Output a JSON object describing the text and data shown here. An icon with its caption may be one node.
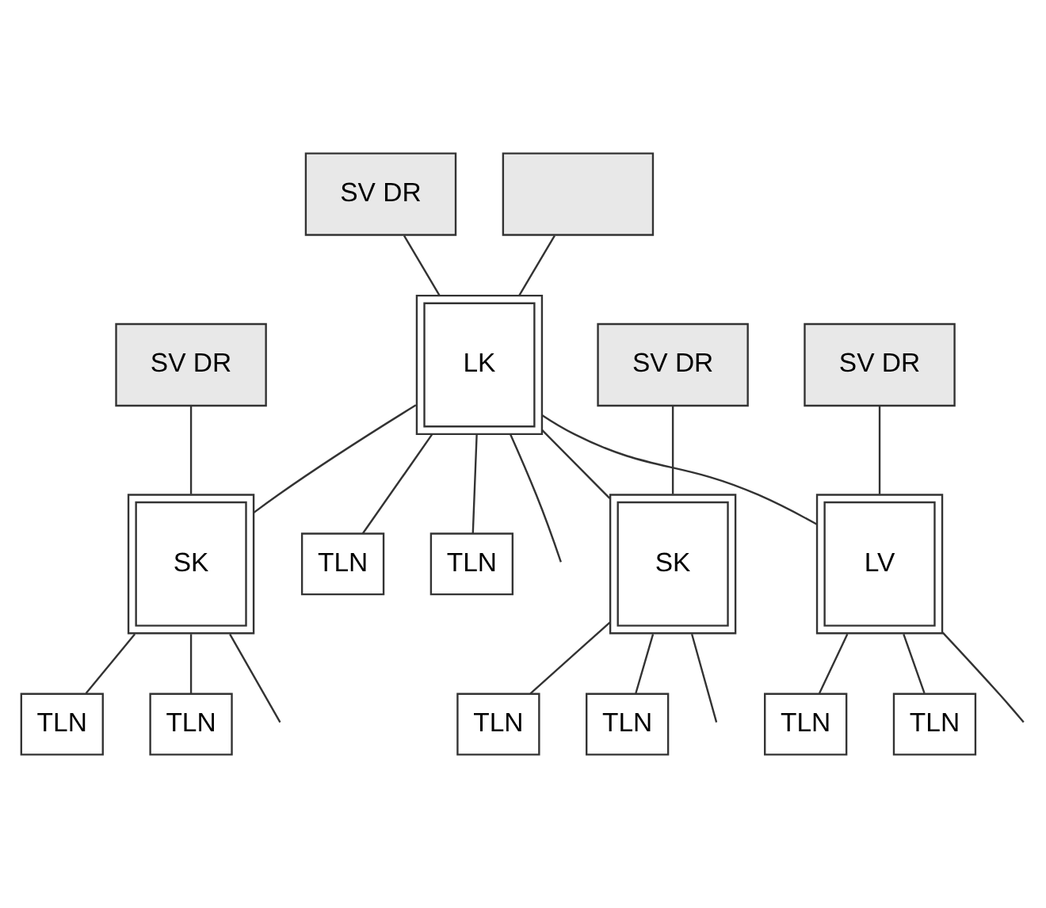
{
  "diagram": {
    "nodes": [
      {
        "text": [
          "SV DR"
        ]
      },
      {
        "text": [
          "LK"
        ]
      },
      {
        "text": [
          "TLN"
        ]
      },
      {
        "text": [
          "TLN"
        ]
      },
      {
        "text": [],
        "shape": "box"
      },
      {
        "text": [
          "SK"
        ]
      },
      {
        "text": [
          "SK"
        ]
      },
      {
        "text": [
          "LV"
        ]
      },
      {
        "text": [
          "TLN"
        ]
      },
      {
        "text": [
          "TLN"
        ]
      },
      {
        "text": [
          "SV DR"
        ]
      },
      {
        "text": [
          "TLN"
        ]
      },
      {
        "text": [
          "TLN"
        ]
      },
      {
        "text": [
          "SV DR"
        ]
      },
      {
        "text": [
          "TLN"
        ]
      },
      {
        "text": [
          "TLN"
        ]
      },
      {
        "text": [
          "SV DR"
        ]
      }
    ],
    "edges": [
      {
        "from": 0,
        "to": 1,
        "arrow": "none"
      },
      {
        "from": 1,
        "to": null,
        "arrow": "none"
      },
      {
        "from": 1,
        "to": 2,
        "arrow": "none"
      },
      {
        "from": 4,
        "to": 1,
        "arrow": "none"
      },
      {
        "from": 1,
        "to": 3,
        "arrow": "none"
      },
      {
        "from": 1,
        "to": 5,
        "arrow": "none"
      },
      {
        "from": 1,
        "to": 6,
        "arrow": "none"
      },
      {
        "from": 1,
        "to": 7,
        "arrow": "none"
      },
      {
        "from": 5,
        "to": 8,
        "arrow": "none"
      },
      {
        "from": 10,
        "to": 5,
        "arrow": "none"
      },
      {
        "from": 5,
        "to": 9,
        "arrow": "none"
      },
      {
        "from": 5,
        "to": null,
        "arrow": "none"
      },
      {
        "from": 6,
        "to": 11,
        "arrow": "none"
      },
      {
        "from": 13,
        "to": 6,
        "arrow": "none"
      },
      {
        "from": 6,
        "to": 12,
        "arrow": "none"
      },
      {
        "from": 6,
        "to": null,
        "arrow": "none"
      },
      {
        "from": 7,
        "to": 14,
        "arrow": "none"
      },
      {
        "from": 16,
        "to": 7,
        "arrow": "none"
      },
      {
        "from": 7,
        "to": 15,
        "arrow": "none"
      },
      {
        "from": 7,
        "to": null,
        "arrow": "none"
      }
    ]
  }
}
